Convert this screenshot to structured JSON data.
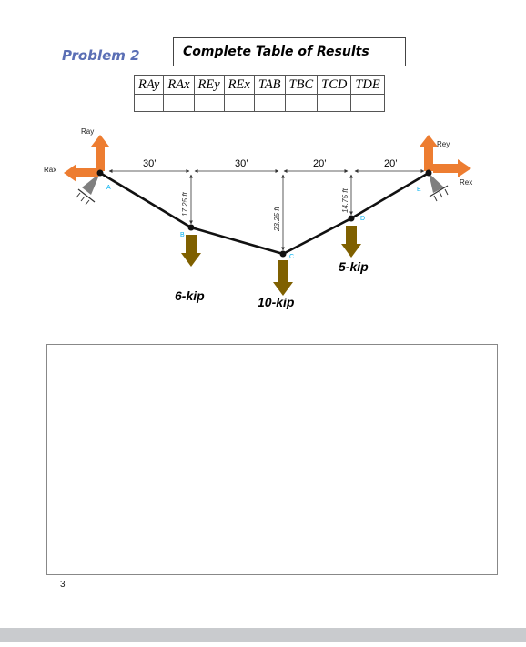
{
  "problem_label": "Problem 2",
  "results_title": "Complete Table of Results",
  "table": {
    "headers": [
      "RAy",
      "RAx",
      "REy",
      "REx",
      "TAB",
      "TBC",
      "TCD",
      "TDE"
    ],
    "values": [
      "",
      "",
      "",
      "",
      "",
      "",
      "",
      ""
    ]
  },
  "diagram": {
    "reactions": {
      "ray": "Ray",
      "rax": "Rax",
      "rey": "Rey",
      "rex": "Rex"
    },
    "spans": [
      "30’",
      "30’",
      "20’",
      "20’"
    ],
    "heights": [
      "17.25 ft",
      "23.25 ft",
      "14.75 ft"
    ],
    "points": [
      "A",
      "B",
      "C",
      "D",
      "E"
    ],
    "loads": [
      "6-kip",
      "10-kip",
      "5-kip"
    ],
    "colors": {
      "reaction_arrow": "#ed7d31",
      "load_arrow": "#7f6000",
      "cable": "#111111",
      "support": "#7f7f7f",
      "point_label": "#00b0f0"
    }
  },
  "page_number": "3"
}
